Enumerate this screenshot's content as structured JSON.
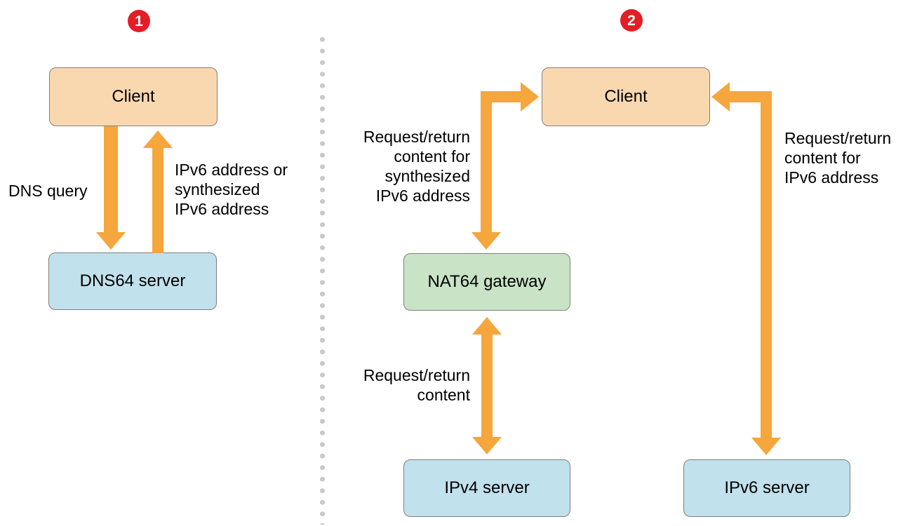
{
  "colors": {
    "arrow": "#F5A63C",
    "client_fill": "#FAD8AF",
    "server_fill": "#C1E1EC",
    "gateway_fill": "#C8E3C5",
    "box_border": "#808080",
    "badge": "#E31E25",
    "divider_dot": "#C9C9C9",
    "text": "#000000"
  },
  "panel1": {
    "badge": "1",
    "nodes": {
      "client": "Client",
      "dns64": "DNS64 server"
    },
    "labels": {
      "query": "DNS query",
      "response": "IPv6 address or\nsynthesized\nIPv6 address"
    }
  },
  "panel2": {
    "badge": "2",
    "nodes": {
      "client": "Client",
      "nat64": "NAT64 gateway",
      "ipv4": "IPv4 server",
      "ipv6": "IPv6 server"
    },
    "labels": {
      "synthesized": "Request/return\ncontent for\nsynthesized\nIPv6 address",
      "content": "Request/return\ncontent",
      "ipv6_direct": "Request/return\ncontent for\nIPv6 address"
    }
  }
}
